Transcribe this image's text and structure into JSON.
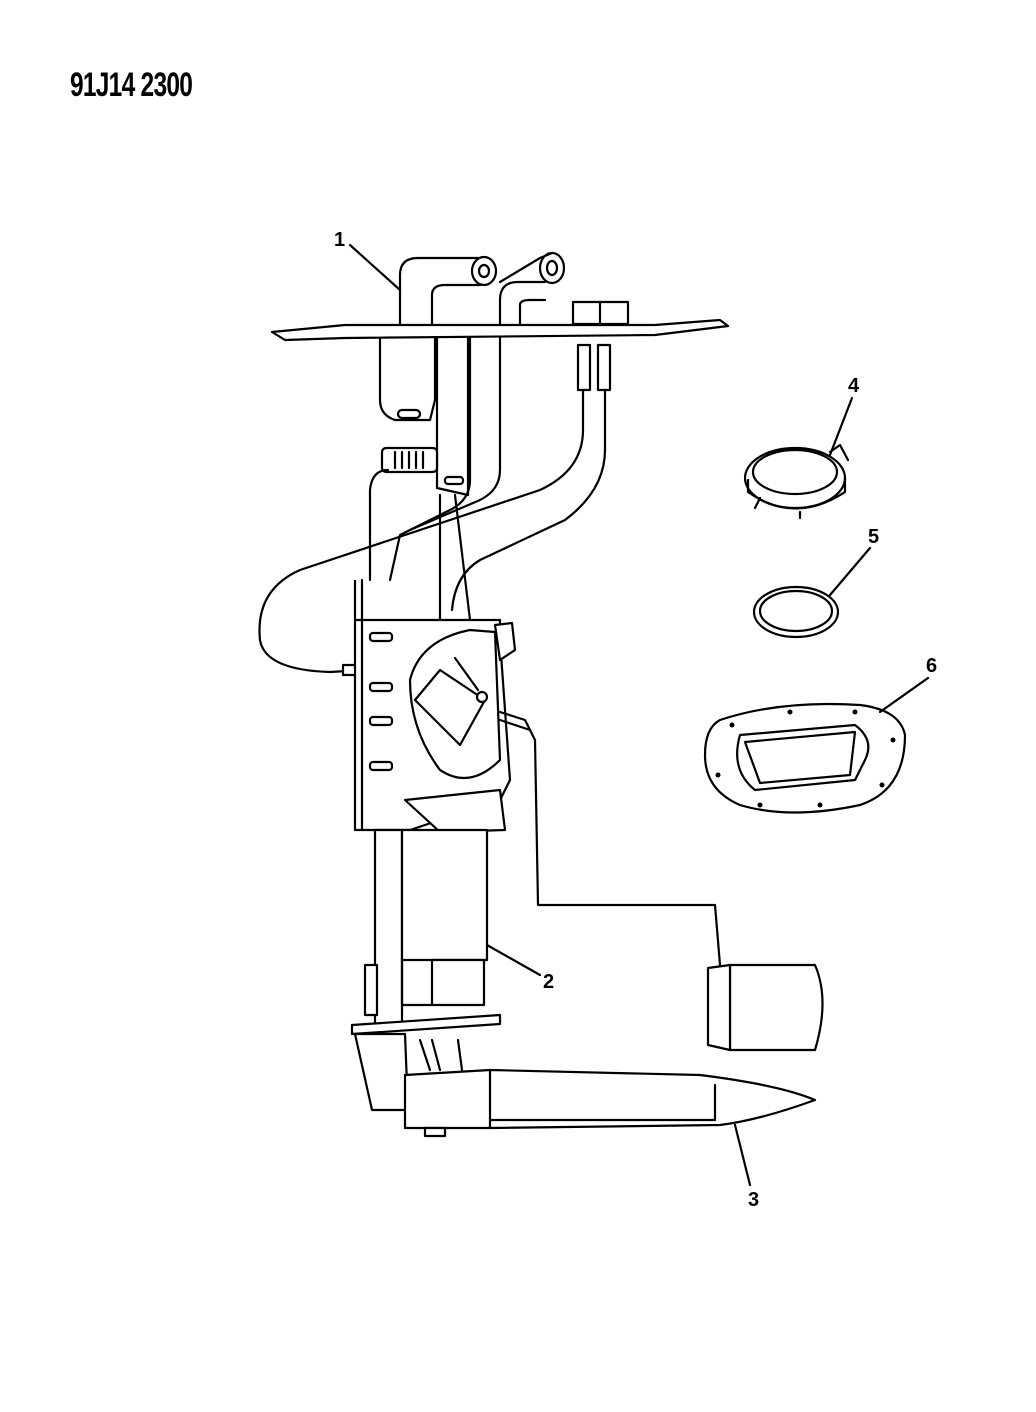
{
  "diagram": {
    "reference_number": "91J14 2300",
    "callouts": [
      {
        "id": "1",
        "label": "1"
      },
      {
        "id": "2",
        "label": "2"
      },
      {
        "id": "3",
        "label": "3"
      },
      {
        "id": "4",
        "label": "4"
      },
      {
        "id": "5",
        "label": "5"
      },
      {
        "id": "6",
        "label": "6"
      }
    ]
  }
}
